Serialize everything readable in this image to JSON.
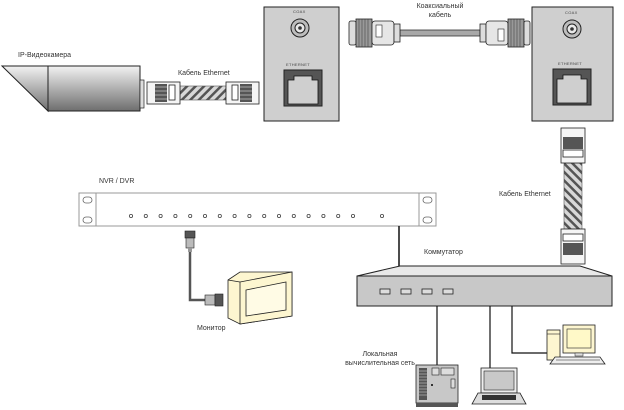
{
  "diagram": {
    "title": "IP camera to NVR/DVR over coaxial cable with Ethernet converters",
    "labels": {
      "ip_camera": "IP-Видеокамера",
      "ethernet_cable_1": "Кабель Ethernet",
      "coax_cable_line1": "Коаксиальный",
      "coax_cable_line2": "кабель",
      "ethernet_cable_2": "Кабель Ethernet",
      "nvr_dvr": "NVR / DVR",
      "switch": "Коммутатор",
      "monitor": "Монитор",
      "lan_line1": "Локальная",
      "lan_line2": "вычислительная сеть"
    },
    "converter_left": {
      "coax_port": "COAX",
      "ethernet_port": "ETHERNET"
    },
    "converter_right": {
      "coax_port": "COAX",
      "ethernet_port": "ETHERNET"
    },
    "nvr_port_count": 17,
    "switch_port_count": 4,
    "colors": {
      "panel": "#cfcfcf",
      "switch_body": "#c8c8c8",
      "monitor_beige": "#fdf6d0",
      "cable_stripe": "#b0b0b0",
      "outline": "#222222"
    }
  }
}
